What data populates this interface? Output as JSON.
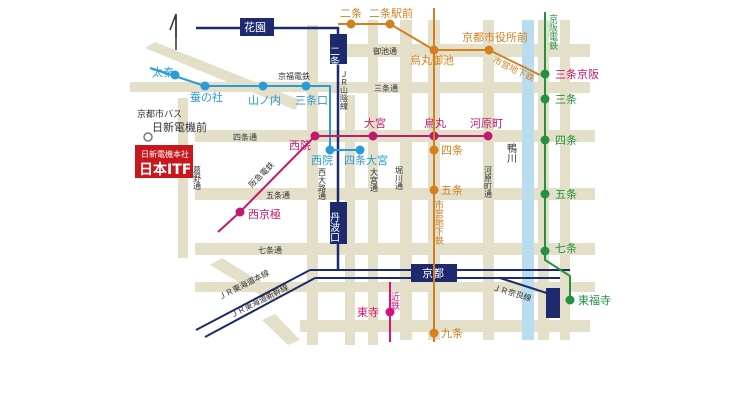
{
  "map": {
    "roads": {
      "oike": "御池通",
      "sanjo": "三条通",
      "shijo": "四条通",
      "gojo": "五条通",
      "shichijo": "七条通",
      "kadono": "葛野通",
      "nishioji": "西大路通",
      "omiya": "大宮通",
      "horikawa": "堀川通",
      "kawaramachi": "河原町通"
    },
    "river": "鴨川",
    "lines": {
      "karasuma_subway": "市営地下鉄",
      "tozai_subway": "市営地下鉄",
      "keifuku": "京福電鉄",
      "hankyu": "阪急電鉄",
      "keihan": "京阪電鉄",
      "kintetsu": "近鉄",
      "jr_sanin": "ＪＲ山陰線",
      "jr_tokaido": "ＪＲ東海道本線",
      "jr_shinkansen": "ＪＲ東海道新幹線",
      "jr_nara": "ＪＲ奈良線"
    },
    "stations": {
      "uzumasa": "太秦",
      "kaikonoyashiro": "蚕の社",
      "yamanouchi": "山ノ内",
      "sanjoguchi": "三条口",
      "nishiin_keifuku": "西院",
      "nishiin_hankyu": "西院",
      "omiya": "大宮",
      "shijo_omiya": "四条大宮",
      "karasuma": "烏丸",
      "kawaramachi": "河原町",
      "nishikyogoku": "西京極",
      "nijo": "二条",
      "nijojomae": "二条駅前",
      "karasuma_oike": "烏丸御池",
      "shiyakushomae": "京都市役所前",
      "sanjo_keihan": "三条京阪",
      "sanjo": "三条",
      "shijo_keihan": "四条",
      "gojo_keihan": "五条",
      "shichijo": "七条",
      "shijo_subway": "四条",
      "gojo_subway": "五条",
      "kujo": "九条",
      "toji": "東寺",
      "tofukuji": "東福寺",
      "hanazono": "花園",
      "nijo_jr": "二条",
      "tamba": "丹波口",
      "kyoto": "京都"
    },
    "bus": {
      "line": "京都市バス",
      "stop": "日新電機前"
    },
    "company": {
      "small": "日新電機本社",
      "big": "日本ITF"
    },
    "north": "N"
  },
  "colors": {
    "road": "#e3dfc8",
    "river": "#b9dcef",
    "subway_karasuma": "#d3801f",
    "subway_tozai": "#d3801f",
    "keifuku": "#2a9bd5",
    "hankyu": "#c01a6f",
    "keihan": "#23913f",
    "kintetsu": "#d4147a",
    "jr": "#1d2b6e",
    "jr_label_bg": "#1d2b6e",
    "company_bg": "#c8171e"
  }
}
